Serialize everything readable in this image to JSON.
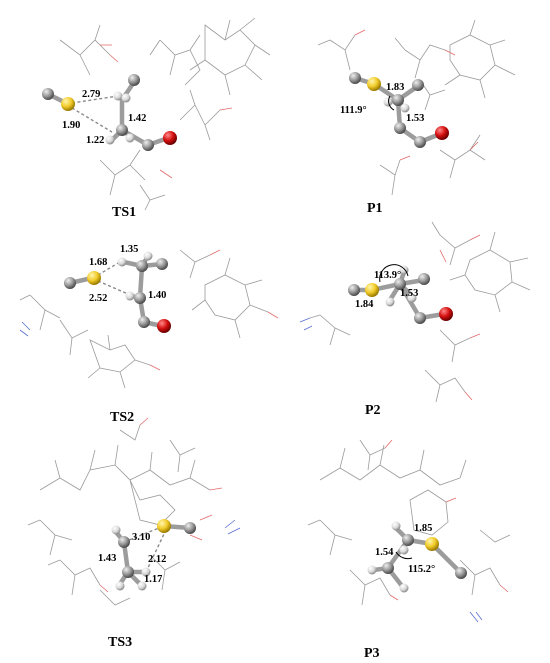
{
  "figure": {
    "panels": [
      {
        "id": "TS1",
        "title": "TS1",
        "labels": [
          "2.79",
          "1.90",
          "1.42",
          "1.22"
        ]
      },
      {
        "id": "P1",
        "title": "P1",
        "labels": [
          "1.83",
          "111.9°",
          "1.53"
        ]
      },
      {
        "id": "TS2",
        "title": "TS2",
        "labels": [
          "1.35",
          "1.68",
          "2.52",
          "1.40"
        ]
      },
      {
        "id": "P2",
        "title": "P2",
        "labels": [
          "113.9°",
          "1.53",
          "1.84"
        ]
      },
      {
        "id": "TS3",
        "title": "TS3",
        "labels": [
          "3.10",
          "1.43",
          "2.12",
          "1.17"
        ]
      },
      {
        "id": "P3",
        "title": "P3",
        "labels": [
          "1.85",
          "1.54",
          "115.2°"
        ]
      }
    ],
    "colors": {
      "carbon": "#8e8e8e",
      "hydrogen": "#e6e6e6",
      "sulfur": "#f2cc2a",
      "oxygen": "#d40f0f",
      "wire": "#9a9a9a"
    }
  }
}
